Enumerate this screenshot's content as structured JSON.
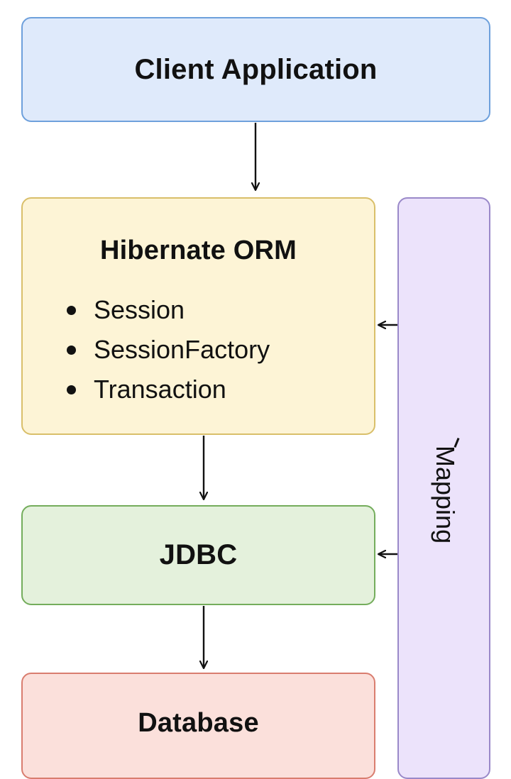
{
  "client": {
    "title": "Client Application"
  },
  "orm": {
    "title": "Hibernate ORM",
    "items": [
      "Session",
      "SessionFactory",
      "Transaction"
    ]
  },
  "jdbc": {
    "title": "JDBC"
  },
  "database": {
    "title": "Database"
  },
  "mapping": {
    "label": "Mapping"
  },
  "colors": {
    "client_fill": "#dfeafb",
    "client_border": "#6ea0dc",
    "orm_fill": "#fdf4d6",
    "orm_border": "#d9bf6a",
    "jdbc_fill": "#e4f1dc",
    "jdbc_border": "#74ad5c",
    "database_fill": "#fbe0db",
    "database_border": "#d97d6f",
    "mapping_fill": "#ece3fb",
    "mapping_border": "#9a89c9",
    "arrow": "#111111"
  }
}
